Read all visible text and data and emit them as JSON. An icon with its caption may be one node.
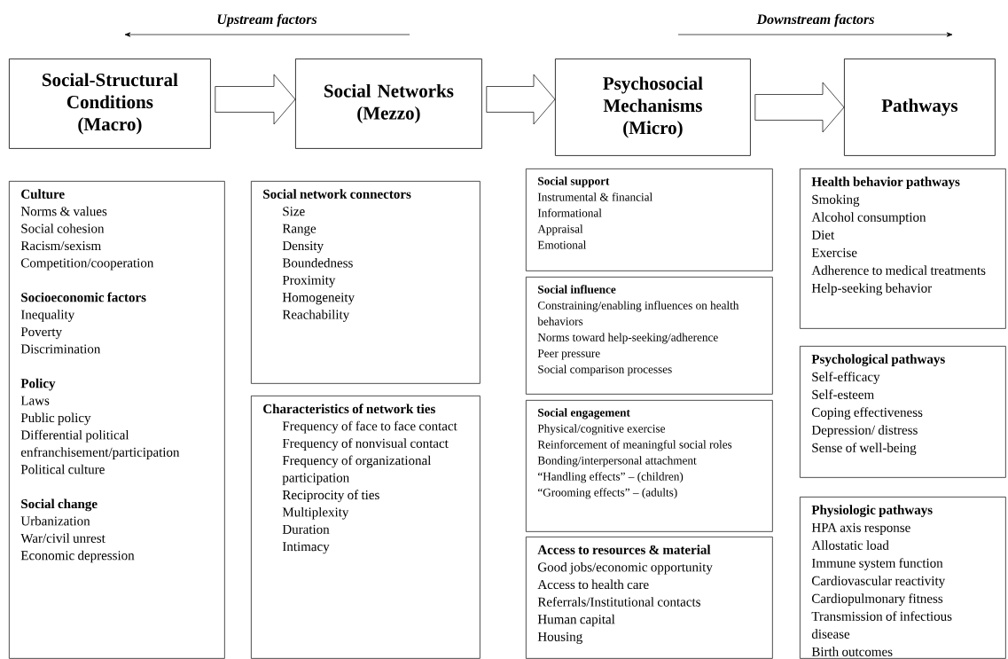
{
  "diagram": {
    "nodes": [
      {
        "text": [
          "Social-Structural Conditions",
          "(Macro)"
        ]
      },
      {
        "text": [
          "Social Networks",
          "(Mezzo)"
        ]
      },
      {
        "text": [
          "Psychosocial Mechanisms",
          "(Micro)"
        ]
      },
      {
        "text": [
          "Pathways"
        ]
      },
      {
        "text": [
          "Culture",
          "Norms & values",
          "Social cohesion",
          "Racism/sexism",
          "Competition/cooperation",
          "Socioeconomic factors",
          "Inequality",
          "Poverty",
          "Discrimination",
          "Policy",
          "Laws",
          "Public policy",
          "Differential political enfranchisement/participation",
          "Political culture",
          "Social change",
          "Urbanization",
          "War/civil unrest",
          "Economic depression"
        ]
      },
      {
        "text": [
          "Social network connectors",
          "Size",
          "Range",
          "Density",
          "Boundedness",
          "Proximity",
          "Homogeneity",
          "Reachability"
        ]
      },
      {
        "text": [
          "Characteristics of network ties",
          "Frequency of face to face contact",
          "Frequency of nonvisual contact",
          "Frequency of organizational participation",
          "Reciprocity of ties",
          "Multiplexity",
          "Duration",
          "Intimacy"
        ]
      },
      {
        "text": [
          "Social support",
          "Instrumental & financial",
          "Informational",
          "Appraisal",
          "Emotional"
        ]
      },
      {
        "text": [
          "Social influence",
          "Constraining/enabling influences on health behaviors",
          "Norms toward help-seeking/adherence",
          "Peer pressure",
          "Social comparison processes"
        ]
      },
      {
        "text": [
          "Social engagement",
          "Physical/cognitive exercise",
          "Reinforcement of meaningful social roles",
          "Bonding/interpersonal attachment",
          "“Handling effects” – (children)",
          "“Grooming effects” – (adults)"
        ]
      },
      {
        "text": [
          "Access to resources & material",
          "Good jobs/economic opportunity",
          "Access to health care",
          "Referrals/Institutional contacts",
          "Human capital",
          "Housing"
        ]
      },
      {
        "text": [
          "Health behavior pathways",
          "Smoking",
          "Alcohol consumption",
          "Diet",
          "Exercise",
          "Adherence to medical treatments",
          "Help-seeking behavior"
        ]
      },
      {
        "text": [
          "Psychological pathways",
          "Self-efficacy",
          "Self-esteem",
          "Coping effectiveness",
          "Depression/ distress",
          "Sense of well-being"
        ]
      },
      {
        "text": [
          "Physiologic pathways",
          "HPA axis response",
          "Allostatic load",
          "Immune system function",
          "Cardiovascular reactivity",
          "Cardiopulmonary fitness",
          "Transmission of infectious disease",
          "Birth outcomes"
        ]
      }
    ],
    "edges": [
      {
        "from": 0,
        "to": 1,
        "arrow": "to"
      },
      {
        "from": 1,
        "to": 2,
        "arrow": "to"
      },
      {
        "from": 2,
        "to": 3,
        "arrow": "to"
      }
    ],
    "labels": [
      "Upstream factors",
      "Downstream factors"
    ]
  }
}
